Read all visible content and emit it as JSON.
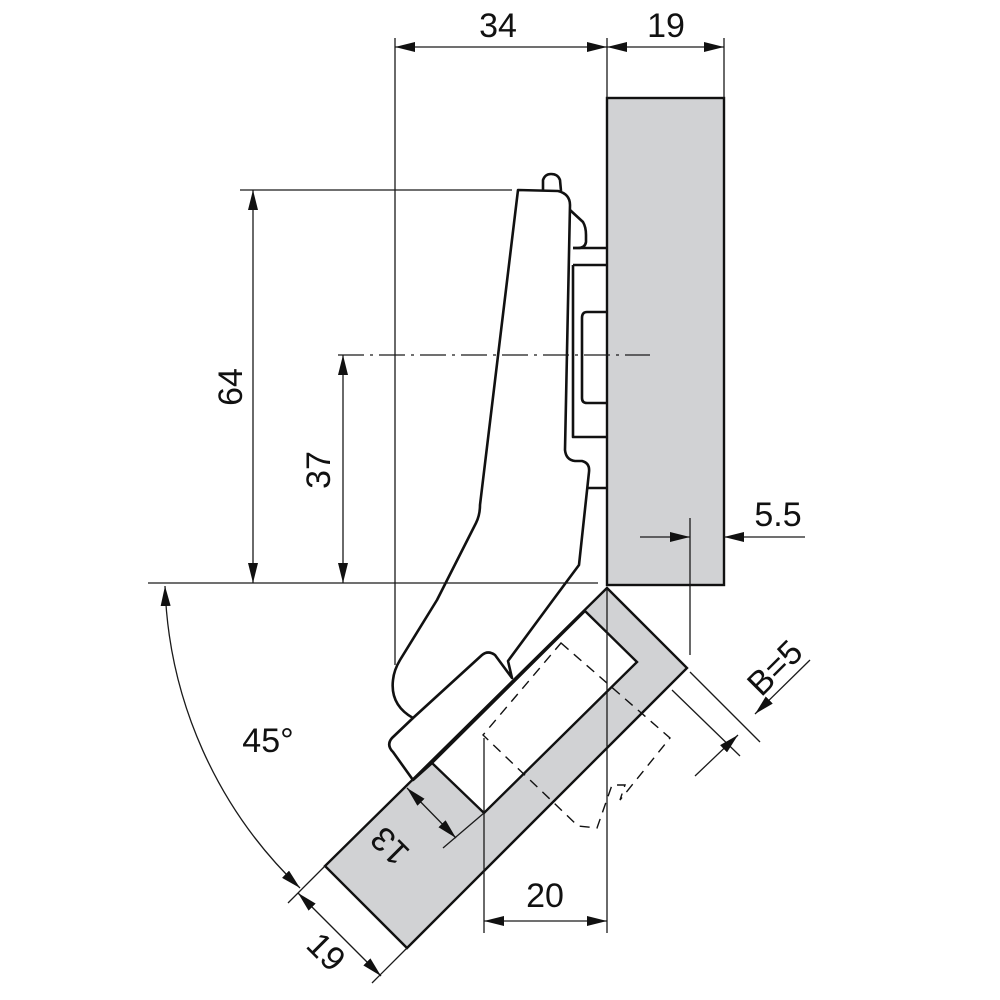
{
  "colors": {
    "panel": "#d1d2d4",
    "line": "#111111",
    "background": "#ffffff"
  },
  "dimensions": {
    "overlay_width": "34",
    "panel_thickness_top": "19",
    "height_total": "64",
    "height_center": "37",
    "edge_offset": "5.5",
    "door_overlap": "B=5",
    "opening_angle": "45°",
    "cup_depth": "13",
    "door_offset": "20",
    "door_thickness": "19"
  }
}
